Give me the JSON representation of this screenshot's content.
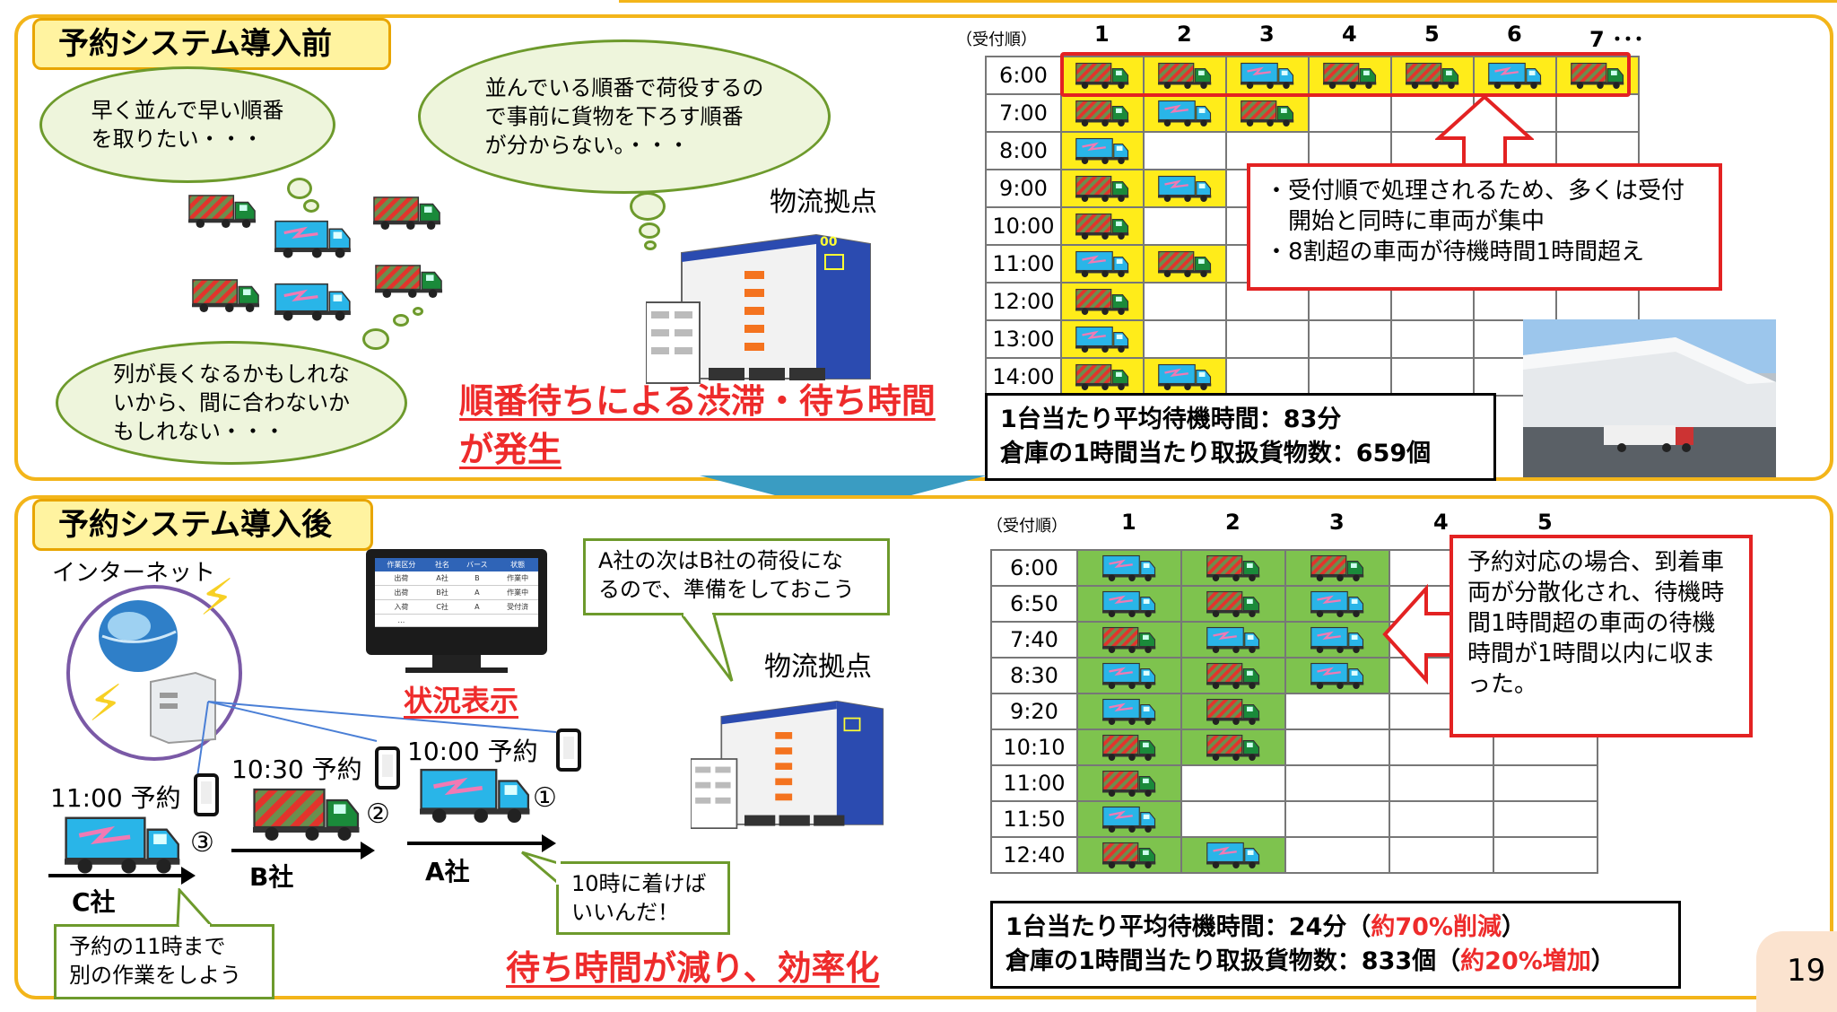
{
  "page_number": "19",
  "colors": {
    "panel_border": "#f3b51a",
    "title_fill": "#fff3a0",
    "yellow_cell": "#ffec1a",
    "green_cell": "#7ec34e",
    "red": "#ee2b2b",
    "pink_truck": "#f07ab4"
  },
  "before": {
    "title": "予約システム導入前",
    "bubble1": [
      "早く並んで早い順番",
      "を取りたい・・・"
    ],
    "bubble2": [
      "並んでいる順番で荷役するの",
      "で事前に貨物を下ろす順番",
      "が分からない。・・・"
    ],
    "bubble3": [
      "列が長くなるかもしれな",
      "いから、間に合わないか",
      "もしれない・・・"
    ],
    "hub_label": "物流拠点",
    "warehouse_sign": "00",
    "headline": [
      "順番待ちによる渋滞・待ち時間",
      "が発生"
    ],
    "receipt_label": "（受付順）",
    "columns": [
      "1",
      "2",
      "3",
      "4",
      "5",
      "6",
      "7 ･･･"
    ],
    "rows": [
      {
        "time": "6:00",
        "trucks": [
          "g",
          "g",
          "b",
          "g",
          "g",
          "b",
          "g"
        ]
      },
      {
        "time": "7:00",
        "trucks": [
          "g",
          "b",
          "g"
        ]
      },
      {
        "time": "8:00",
        "trucks": [
          "b"
        ]
      },
      {
        "time": "9:00",
        "trucks": [
          "g",
          "b"
        ]
      },
      {
        "time": "10:00",
        "trucks": [
          "g"
        ]
      },
      {
        "time": "11:00",
        "trucks": [
          "b",
          "g"
        ]
      },
      {
        "time": "12:00",
        "trucks": [
          "g"
        ]
      },
      {
        "time": "13:00",
        "trucks": [
          "b"
        ]
      },
      {
        "time": "14:00",
        "trucks": [
          "g",
          "b"
        ]
      }
    ],
    "note": [
      "・受付順で処理されるため、多くは受付",
      "　開始と同時に車両が集中",
      "・8割超の車両が待機時間1時間超え"
    ],
    "stats": [
      "1台当たり平均待機時間：83分",
      "倉庫の1時間当たり取扱貨物数：659個"
    ]
  },
  "after": {
    "title": "予約システム導入後",
    "internet_label": "インターネット",
    "monitor": {
      "headers": [
        "作業区分",
        "社名",
        "バース",
        "状態"
      ],
      "rows": [
        [
          "出荷",
          "A社",
          "B",
          "作業中"
        ],
        [
          "出荷",
          "B社",
          "A",
          "作業中"
        ],
        [
          "入荷",
          "C社",
          "A",
          "受付済"
        ],
        [
          "…",
          "",
          "",
          ""
        ]
      ]
    },
    "status_label": "状況表示",
    "callout_top": [
      "A社の次はB社の荷役にな",
      "るので、準備をしておこう"
    ],
    "hub_label": "物流拠点",
    "reservations": [
      {
        "label": "11:00 予約",
        "num": "③",
        "company": "C社"
      },
      {
        "label": "10:30 予約",
        "num": "②",
        "company": "B社"
      },
      {
        "label": "10:00 予約",
        "num": "①",
        "company": "A社"
      }
    ],
    "callout_c": [
      "予約の11時まで",
      "別の作業をしよう"
    ],
    "callout_a": [
      "10時に着けば",
      "いいんだ！"
    ],
    "headline": "待ち時間が減り、効率化",
    "receipt_label": "（受付順）",
    "columns": [
      "1",
      "2",
      "3",
      "4",
      "5"
    ],
    "rows": [
      {
        "time": "6:00",
        "trucks": [
          "b",
          "g",
          "g"
        ]
      },
      {
        "time": "6:50",
        "trucks": [
          "b",
          "g",
          "b"
        ]
      },
      {
        "time": "7:40",
        "trucks": [
          "g",
          "b",
          "b"
        ]
      },
      {
        "time": "8:30",
        "trucks": [
          "b",
          "g",
          "b"
        ]
      },
      {
        "time": "9:20",
        "trucks": [
          "b",
          "g"
        ]
      },
      {
        "time": "10:10",
        "trucks": [
          "g",
          "g"
        ]
      },
      {
        "time": "11:00",
        "trucks": [
          "g"
        ]
      },
      {
        "time": "11:50",
        "trucks": [
          "b"
        ]
      },
      {
        "time": "12:40",
        "trucks": [
          "g",
          "b"
        ]
      }
    ],
    "note": [
      "予約対応の場合、到着車",
      "両が分散化され、待機時",
      "間1時間超の車両の待機",
      "時間が1時間以内に収ま",
      "った。"
    ],
    "stats1_main": "1台当たり平均待機時間：24分（",
    "stats1_red": "約70%削減",
    "stats1_end": "）",
    "stats2_main": "倉庫の1時間当たり取扱貨物数：833個（",
    "stats2_red": "約20%増加",
    "stats2_end": "）"
  }
}
